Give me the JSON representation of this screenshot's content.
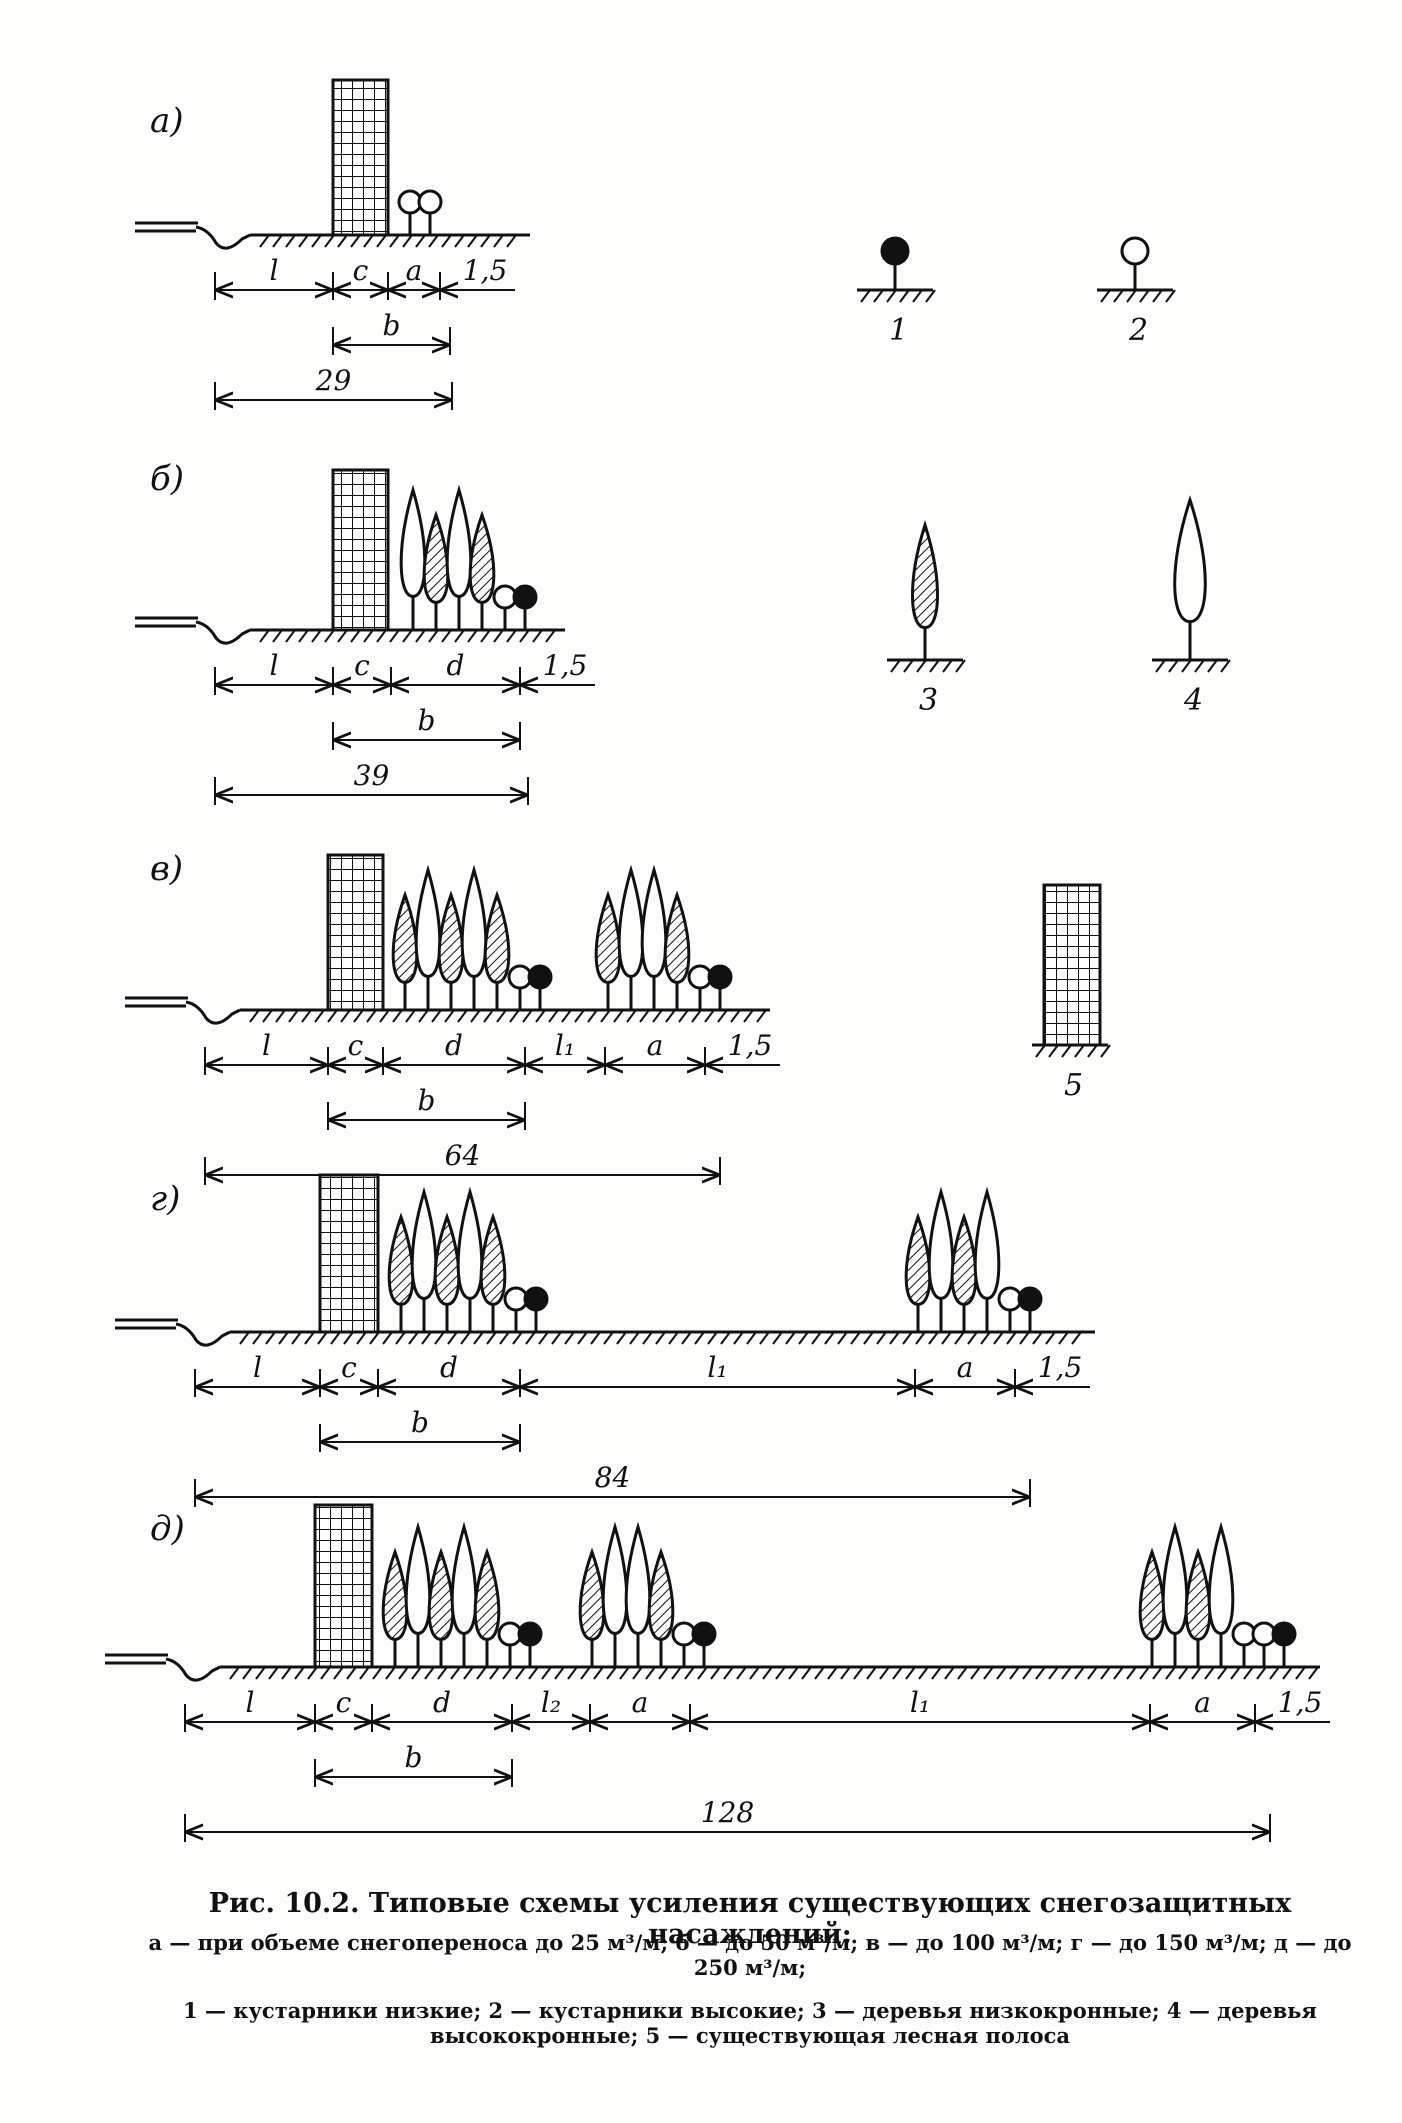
{
  "schemes": [
    {
      "key": "a",
      "label": "а)",
      "dims": {
        "row1": [
          "l",
          "c",
          "a",
          "1,5"
        ],
        "row2": [
          "b"
        ],
        "total": "29"
      }
    },
    {
      "key": "b",
      "label": "б)",
      "dims": {
        "row1": [
          "l",
          "c",
          "d",
          "1,5"
        ],
        "row2": [
          "b"
        ],
        "total": "39"
      }
    },
    {
      "key": "v",
      "label": "в)",
      "dims": {
        "row1": [
          "l",
          "c",
          "d",
          "l₁",
          "a",
          "1,5"
        ],
        "row2": [
          "b"
        ],
        "total": "64"
      }
    },
    {
      "key": "g",
      "label": "г)",
      "dims": {
        "row1": [
          "l",
          "c",
          "d",
          "l₁",
          "a",
          "1,5"
        ],
        "row2": [
          "b"
        ],
        "total": "84"
      }
    },
    {
      "key": "d",
      "label": "д)",
      "dims": {
        "row1": [
          "l",
          "c",
          "d",
          "l₂",
          "a",
          "l₁",
          "a",
          "1,5"
        ],
        "row2": [
          "b"
        ],
        "total": "128"
      }
    }
  ],
  "legend": [
    {
      "num": "1",
      "icon": "low-shrub-icon"
    },
    {
      "num": "2",
      "icon": "high-shrub-icon"
    },
    {
      "num": "3",
      "icon": "low-crown-tree-icon"
    },
    {
      "num": "4",
      "icon": "high-crown-tree-icon"
    },
    {
      "num": "5",
      "icon": "existing-forest-strip-icon"
    }
  ],
  "caption": {
    "title": "Рис. 10.2. Типовые схемы усиления существующих снегозащитных насаждений:",
    "line1": "а — при объеме снегопереноса до 25 м³/м; б — до 50 м³/м; в — до 100 м³/м; г — до 150 м³/м; д — до 250 м³/м;",
    "line2": "1 — кустарники низкие; 2 — кустарники высокие; 3 — деревья низкокронные; 4 — деревья высококронные; 5 — существующая лесная полоса"
  },
  "colors": {
    "ink": "#111111",
    "paper": "#fdfdfb"
  }
}
